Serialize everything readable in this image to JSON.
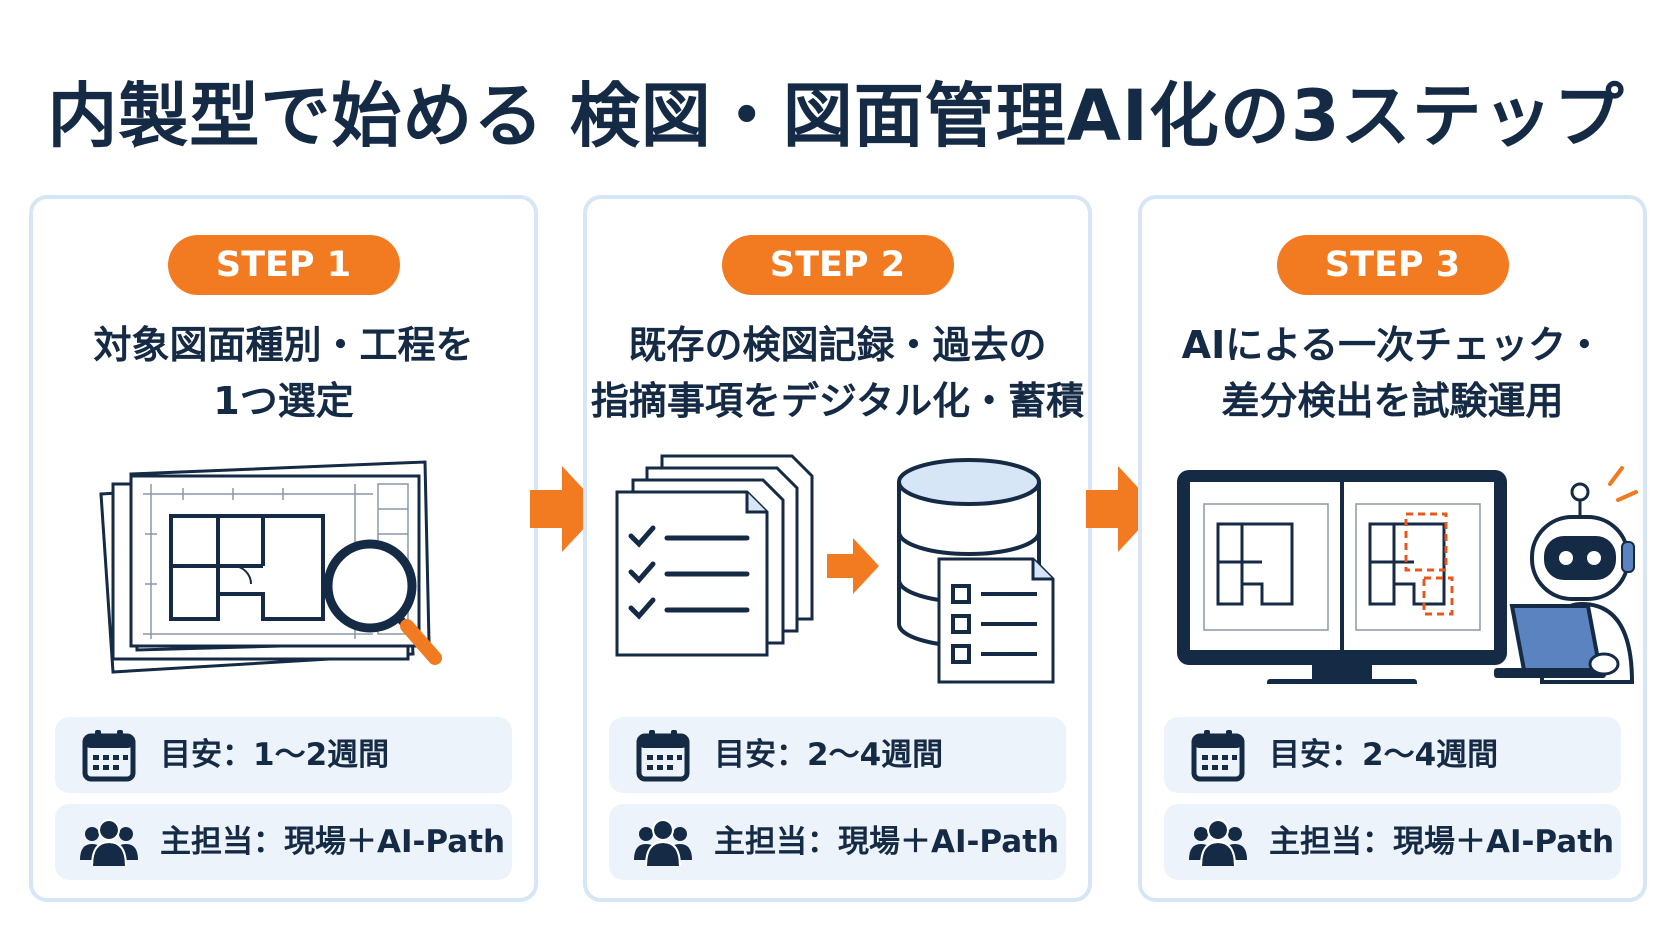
{
  "title": "内製型で始める 検図・図面管理AI化の3ステップ",
  "colors": {
    "accent": "#f27a21",
    "navy": "#152a45",
    "card_border": "#d6e6f6",
    "info_bg": "#edf3fa"
  },
  "steps": [
    {
      "badge": "STEP 1",
      "heading_line1": "対象図面種別・工程を",
      "heading_line2": "1つ選定",
      "illustration": "drawings-magnifier",
      "schedule_icon": "calendar-icon",
      "schedule": "目安：1〜2週間",
      "owner_icon": "team-icon",
      "owner": "主担当：現場＋AI-Path"
    },
    {
      "badge": "STEP 2",
      "heading_line1": "既存の検図記録・過去の",
      "heading_line2": "指摘事項をデジタル化・蓄積",
      "illustration": "checklists-to-database",
      "schedule_icon": "calendar-icon",
      "schedule": "目安：2〜4週間",
      "owner_icon": "team-icon",
      "owner": "主担当：現場＋AI-Path"
    },
    {
      "badge": "STEP 3",
      "heading_line1": "AIによる一次チェック・",
      "heading_line2": "差分検出を試験運用",
      "illustration": "monitor-robot-diff",
      "schedule_icon": "calendar-icon",
      "schedule": "目安：2〜4週間",
      "owner_icon": "team-icon",
      "owner": "主担当：現場＋AI-Path"
    }
  ]
}
